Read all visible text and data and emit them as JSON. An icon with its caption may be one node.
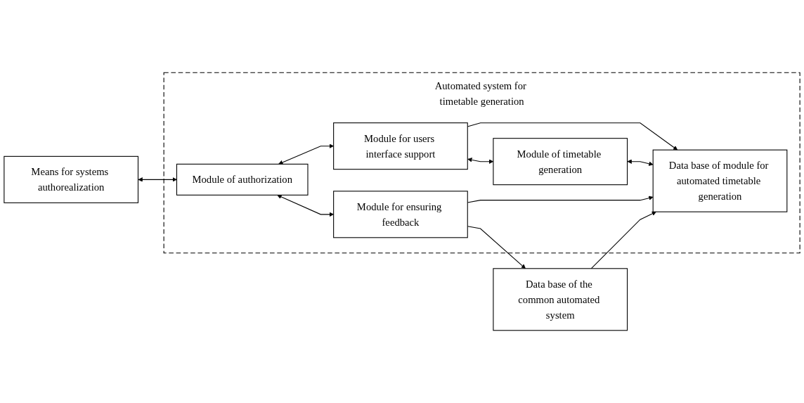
{
  "diagram": {
    "nodes": [
      {
        "text": [
          "Automated system for timetable generation"
        ]
      },
      {
        "text": [
          "Module for users interface support"
        ],
        "in": 0
      },
      {
        "text": [
          "Means for systems authorealization"
        ]
      },
      {
        "text": [
          "Module of authorization"
        ],
        "in": 0
      },
      {
        "text": [
          "Module of timetable generation"
        ],
        "in": 0
      },
      {
        "text": [
          "Module for ensuring feedback"
        ],
        "in": 0
      },
      {
        "text": [
          "Data base of module for automated timetable generation"
        ],
        "in": 0
      },
      {
        "text": [
          "Data base of the common automated system"
        ]
      }
    ],
    "edges": [
      {
        "from": 3,
        "to": 1,
        "arrow": "both"
      },
      {
        "from": 1,
        "to": 4,
        "arrow": "both"
      },
      {
        "from": 2,
        "to": 3,
        "arrow": "both"
      },
      {
        "from": 3,
        "to": 5,
        "arrow": "both"
      },
      {
        "from": 1,
        "to": 6,
        "arrow": "to"
      },
      {
        "from": 4,
        "to": 6,
        "arrow": "both"
      },
      {
        "from": 5,
        "to": 6,
        "arrow": "to"
      },
      {
        "from": 5,
        "to": 7,
        "arrow": "to"
      },
      {
        "from": 7,
        "to": 6,
        "arrow": "to"
      }
    ]
  }
}
